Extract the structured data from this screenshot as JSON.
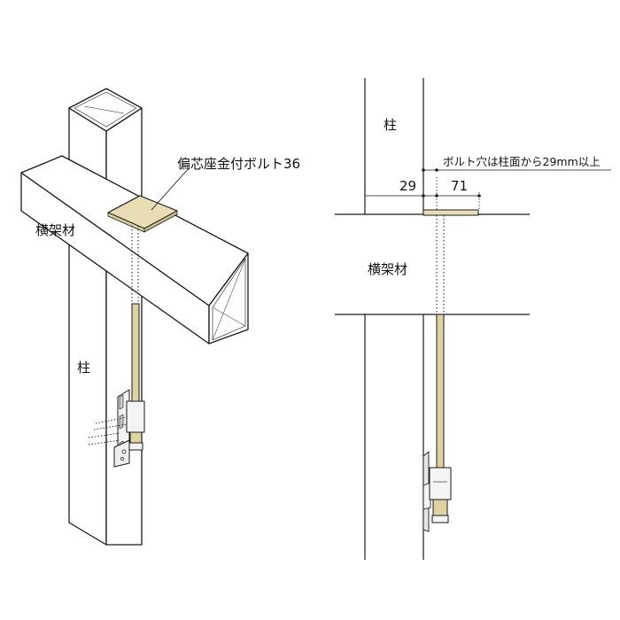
{
  "left_view": {
    "bolt_label": "偏芯座金付ボルト36",
    "beam_label": "横架材",
    "column_label": "柱"
  },
  "right_view": {
    "column_top_label": "柱",
    "beam_label": "横架材",
    "note": "ボルト穴は柱面から29mm以上",
    "dim_left": "29",
    "dim_right": "71"
  },
  "colors": {
    "line": "#1a1a1a",
    "washer": "#e8ddb5",
    "rod": "#dcd3a0"
  }
}
